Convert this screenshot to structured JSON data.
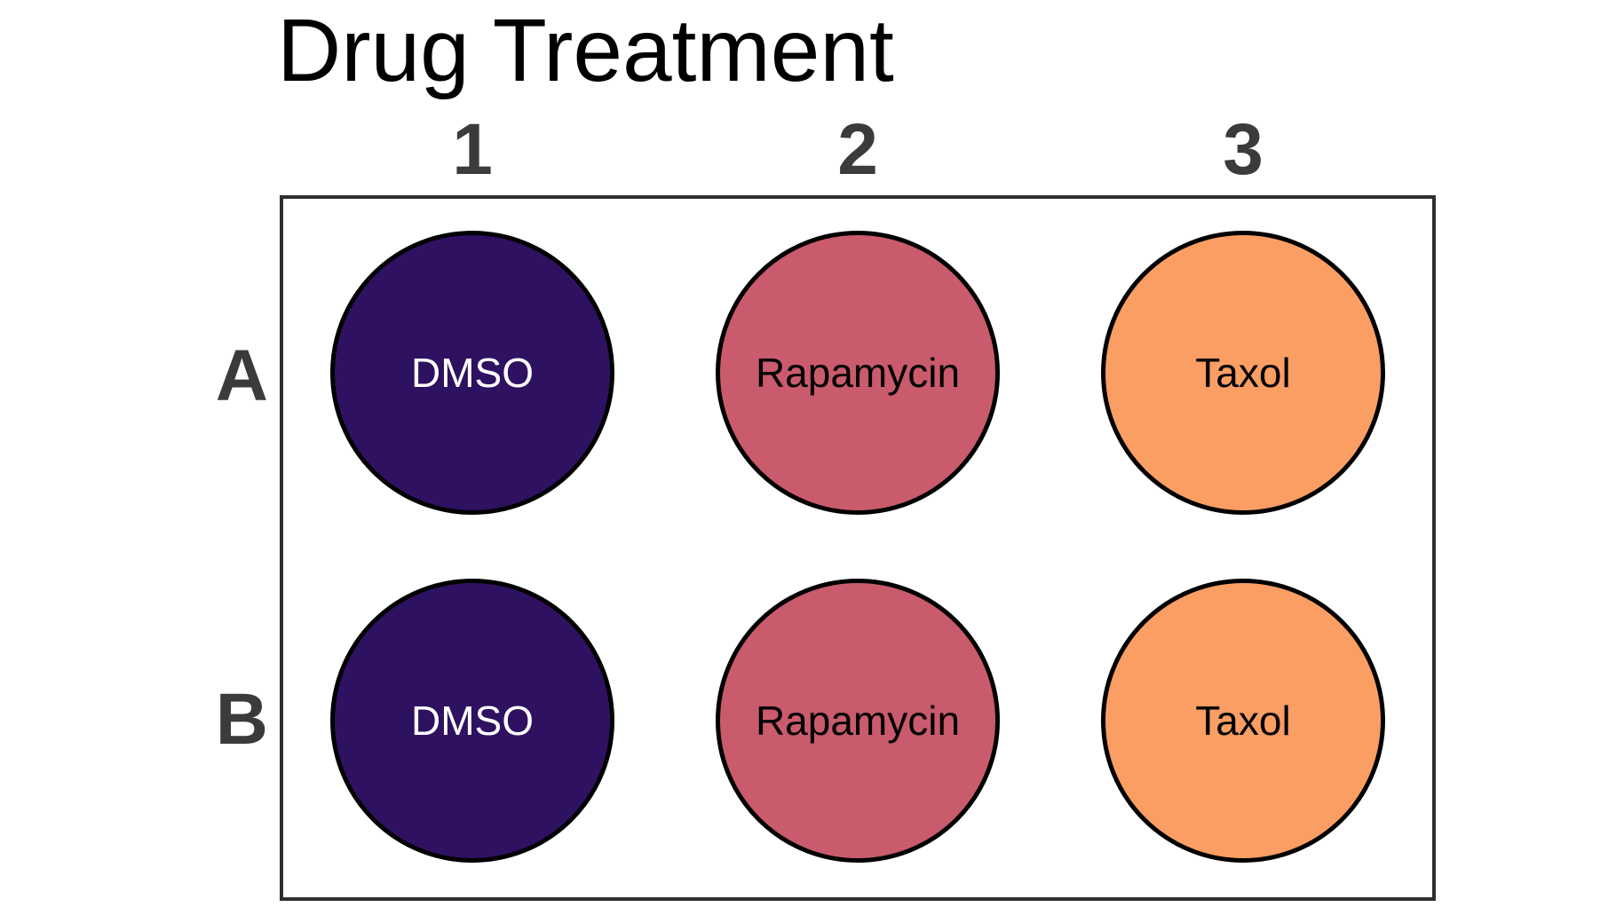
{
  "figure": {
    "title": "Drug Treatment",
    "title_color": "#000000"
  },
  "plate": {
    "column_labels": [
      "1",
      "2",
      "3"
    ],
    "row_labels": [
      "A",
      "B"
    ],
    "label_color": "#3b3b3b",
    "outline_color": "#2f2f2f",
    "well_outline_color": "#000000",
    "wells": [
      {
        "id": "A1",
        "row": "A",
        "column": "1",
        "label": "DMSO",
        "fill": "#2e1160",
        "label_color": "#ffffff"
      },
      {
        "id": "A2",
        "row": "A",
        "column": "2",
        "label": "Rapamycin",
        "fill": "#c95b6d",
        "label_color": "#000000"
      },
      {
        "id": "A3",
        "row": "A",
        "column": "3",
        "label": "Taxol",
        "fill": "#fa9e64",
        "label_color": "#000000"
      },
      {
        "id": "B1",
        "row": "B",
        "column": "1",
        "label": "DMSO",
        "fill": "#2e1160",
        "label_color": "#ffffff"
      },
      {
        "id": "B2",
        "row": "B",
        "column": "2",
        "label": "Rapamycin",
        "fill": "#c95b6d",
        "label_color": "#000000"
      },
      {
        "id": "B3",
        "row": "B",
        "column": "3",
        "label": "Taxol",
        "fill": "#fa9e64",
        "label_color": "#000000"
      }
    ]
  }
}
